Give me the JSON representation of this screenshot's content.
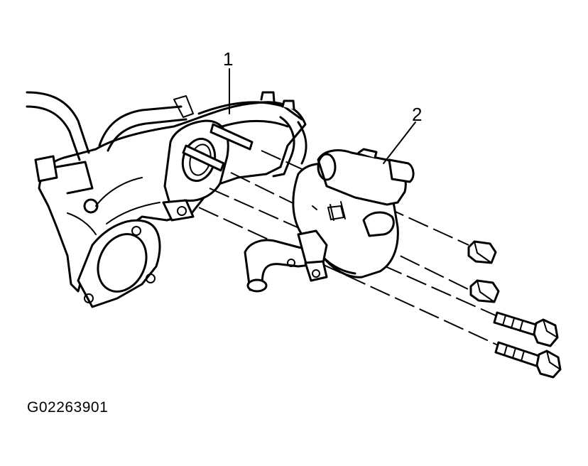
{
  "callouts": [
    {
      "id": "1",
      "label": "1"
    },
    {
      "id": "2",
      "label": "2"
    }
  ],
  "figure_id": "G02263901",
  "colors": {
    "line": "#000000",
    "background": "#ffffff"
  }
}
